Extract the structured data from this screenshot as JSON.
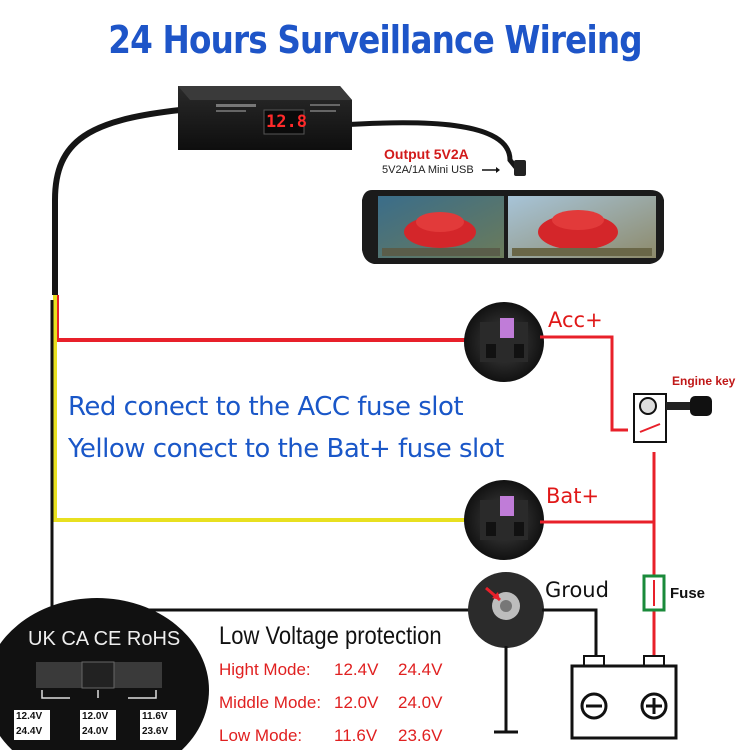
{
  "title": "24 Hours Surveillance Wireing",
  "output_label": "Output 5V2A",
  "usb_label": "5V2A/1A Mini USB",
  "display_value": "12.8",
  "labels": {
    "acc": "Acc+",
    "bat": "Bat+",
    "engine_key": "Engine key",
    "ground": "Groud",
    "fuse": "Fuse"
  },
  "instructions": [
    "Red conect to the ACC fuse slot",
    "Yellow conect to the Bat+ fuse slot"
  ],
  "low_voltage": {
    "title": "Low Voltage protection",
    "modes": [
      {
        "name": "Hight Mode:",
        "v12": "12.4V",
        "v24": "24.4V"
      },
      {
        "name": "Middle Mode:",
        "v12": "12.0V",
        "v24": "24.0V"
      },
      {
        "name": "Low Mode:",
        "v12": "11.6V",
        "v24": "23.6V"
      }
    ]
  },
  "cert_marks": "UK CA CE RoHS",
  "switch_labels": [
    {
      "v12": "12.4V",
      "v24": "24.4V"
    },
    {
      "v12": "12.0V",
      "v24": "24.0V"
    },
    {
      "v12": "11.6V",
      "v24": "23.6V"
    }
  ],
  "colors": {
    "title": "#1e55c8",
    "red_wire": "#e8202a",
    "yellow_wire": "#e8e020",
    "black_wire": "#111111",
    "fuse_green": "#1a8a3a"
  }
}
